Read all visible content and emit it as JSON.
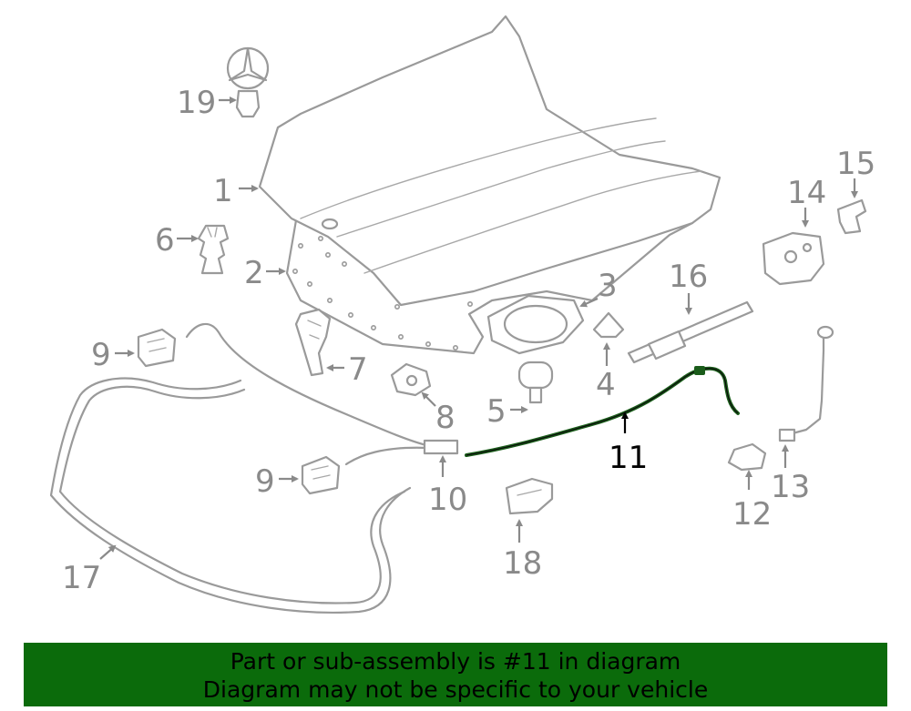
{
  "banner": {
    "line1": "Part or sub-assembly is #11 in diagram",
    "line2": "Diagram may not be specific to your vehicle",
    "color": "#0b6b0b"
  },
  "highlight": {
    "part": "11",
    "color": "#1a5c1a"
  },
  "callouts": {
    "c1": "1",
    "c2": "2",
    "c3": "3",
    "c4": "4",
    "c5": "5",
    "c6": "6",
    "c7": "7",
    "c8": "8",
    "c9a": "9",
    "c9b": "9",
    "c10": "10",
    "c11": "11",
    "c12": "12",
    "c13": "13",
    "c14": "14",
    "c15": "15",
    "c16": "16",
    "c17": "17",
    "c18": "18",
    "c19": "19"
  }
}
